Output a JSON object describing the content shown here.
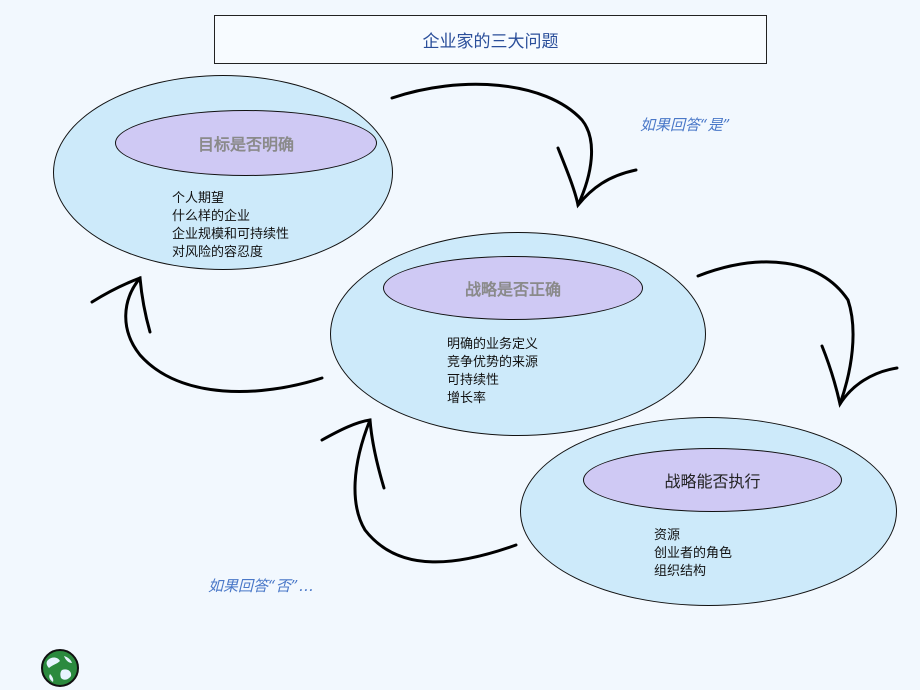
{
  "title": "企业家的三大问题",
  "questions": [
    {
      "heading": "目标是否明确",
      "points": [
        "个人期望",
        "什么样的企业",
        "企业规模和可持续性",
        "对风险的容忍度"
      ]
    },
    {
      "heading": "战略是否正确",
      "points": [
        "明确的业务定义",
        "竞争优势的来源",
        "可持续性",
        "增长率"
      ]
    },
    {
      "heading": "战略能否执行",
      "points": [
        "资源",
        "创业者的角色",
        "组织结构"
      ]
    }
  ],
  "notes": {
    "yes": "如果回答“是”",
    "no": "如果回答“否”…"
  },
  "icons": {
    "globe": "globe-icon"
  },
  "colors": {
    "outer_fill": "#cdeafa",
    "inner_fill": "#cfc9f4",
    "note": "#4a78c8",
    "title_text": "#2a4e9a"
  }
}
